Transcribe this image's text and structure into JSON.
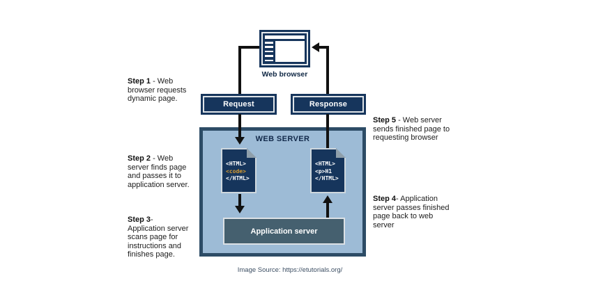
{
  "diagram": {
    "browser": {
      "label": "Web browser"
    },
    "request_label": "Request",
    "response_label": "Response",
    "web_server_label": "WEB SERVER",
    "app_server_label": "Application server",
    "doc_left": {
      "line1": "<HTML>",
      "line2": "<code>",
      "line3": "</HTML>"
    },
    "doc_right": {
      "line1": "<HTML>",
      "line2": "<p>H1",
      "line3": "</HTML>"
    }
  },
  "steps": [
    {
      "label": "Step 1",
      "text": " - Web\nbrowser requests\ndynamic page."
    },
    {
      "label": "Step 2",
      "text": " - Web\nserver finds page\nand passes it to\napplication server."
    },
    {
      "label": "Step 3",
      "text": "-\nApplication server\nscans page for\ninstructions and\nfinishes page."
    },
    {
      "label": "Step 4",
      "text": "- Application\nserver passes finished\npage back to web\nserver"
    },
    {
      "label": "Step 5",
      "text": " - Web server\nsends finished page to\nrequesting browser"
    }
  ],
  "footer": {
    "text": "Image Source: https://etutorials.org/"
  },
  "colors": {
    "navy": "#16355c",
    "server_fill": "#9dbbd6",
    "server_border": "#2d4c66",
    "app_server_fill": "#45606f",
    "code_orange": "#d49a31",
    "arrow_black": "#111111"
  }
}
